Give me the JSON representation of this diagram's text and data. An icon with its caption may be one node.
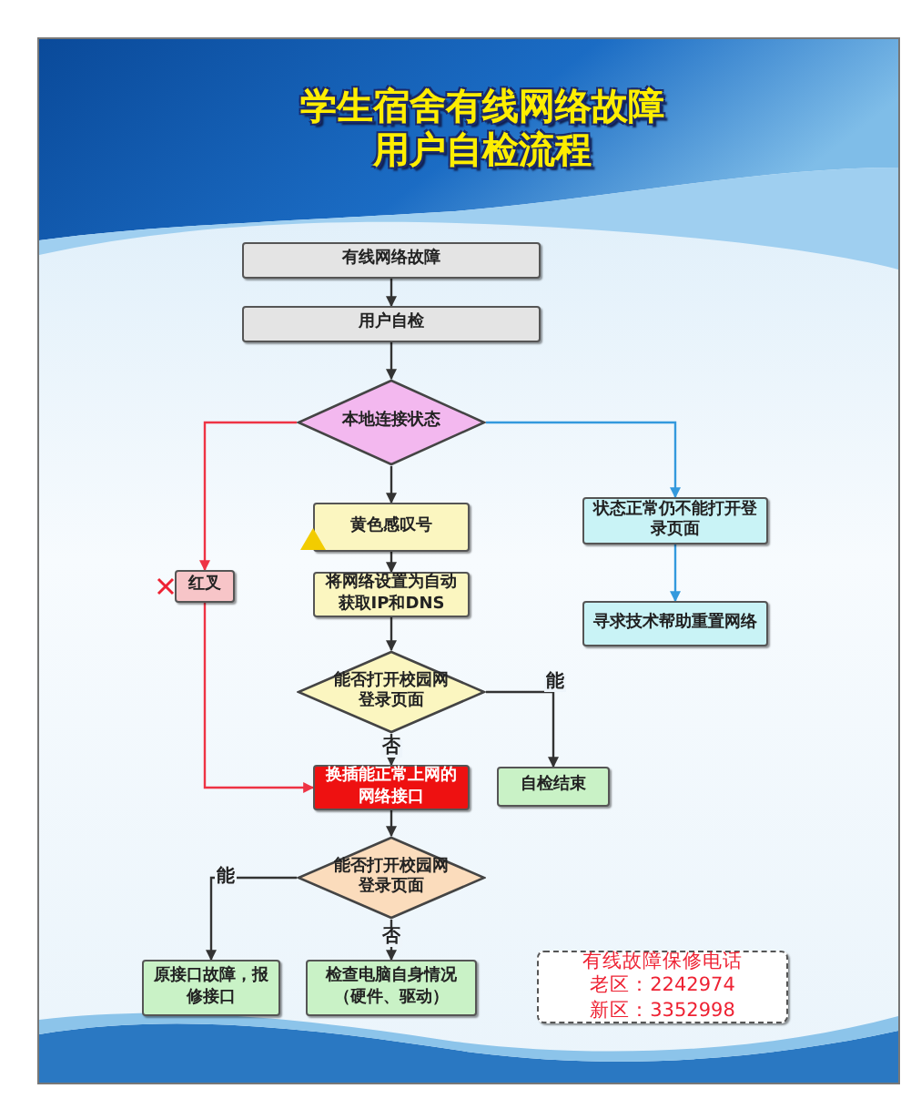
{
  "diagram": {
    "title": "学生宿舍有线网络故障用户自检流程",
    "nodes": [
      {
        "text": [
          "有线网络故障"
        ]
      },
      {
        "text": [
          "用户自检"
        ]
      },
      {
        "text": [
          "本地连接状态"
        ]
      },
      {
        "text": [
          "黄色感叹号"
        ]
      },
      {
        "text": [
          "红叉"
        ]
      },
      {
        "text": [
          "状态正常仍不能打开登录页面"
        ]
      },
      {
        "text": [
          "将网络设置为自动获取IP和DNS"
        ]
      },
      {
        "text": [
          "寻求技术帮助重置网络"
        ]
      },
      {
        "text": [
          "能否打开校园网登录页面"
        ]
      },
      {
        "text": [
          "换插能正常上网的网络接口"
        ]
      },
      {
        "text": [
          "自检结束"
        ]
      },
      {
        "text": [
          "能否打开校园网登录页面"
        ]
      },
      {
        "text": [
          "原接口故障，报修接口"
        ]
      },
      {
        "text": [
          "检查电脑自身情况（硬件、驱动）"
        ]
      },
      {
        "text": [
          "有线故障保修电话",
          "老区：2242974",
          "新区：3352998"
        ]
      }
    ],
    "edges": [
      {
        "from": 0,
        "to": 1,
        "arrow": "to"
      },
      {
        "from": 1,
        "to": 2,
        "arrow": "to"
      },
      {
        "from": 2,
        "to": 3,
        "arrow": "to"
      },
      {
        "from": 2,
        "to": 4,
        "arrow": "to",
        "color": "#ee3344"
      },
      {
        "from": 2,
        "to": 5,
        "arrow": "to",
        "color": "#3399dd"
      },
      {
        "from": 3,
        "to": 6,
        "arrow": "to"
      },
      {
        "from": 5,
        "to": 7,
        "arrow": "to",
        "color": "#3399dd"
      },
      {
        "from": 6,
        "to": 8,
        "arrow": "to"
      },
      {
        "from": 8,
        "to": 10,
        "arrow": "to",
        "label": "能"
      },
      {
        "from": 8,
        "to": 9,
        "arrow": "to",
        "label": "否"
      },
      {
        "from": 4,
        "to": 9,
        "arrow": "to",
        "color": "#ee3344"
      },
      {
        "from": 9,
        "to": 11,
        "arrow": "to"
      },
      {
        "from": 11,
        "to": 12,
        "arrow": "to",
        "label": "能"
      },
      {
        "from": 11,
        "to": 13,
        "arrow": "to",
        "label": "否"
      }
    ]
  }
}
